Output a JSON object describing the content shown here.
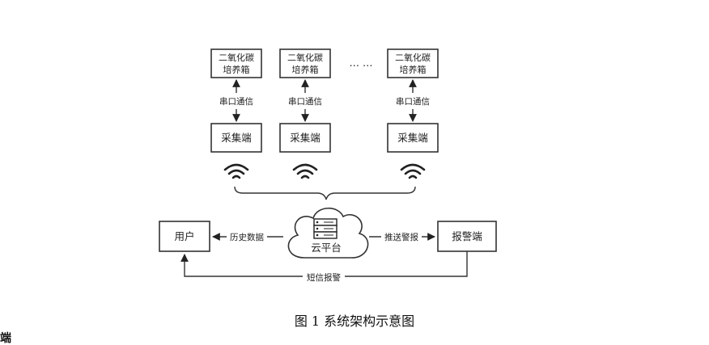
{
  "nodes": {
    "incubator_1": [
      "二氧化碳",
      "培养箱"
    ],
    "incubator_2": [
      "二氧化碳",
      "培养箱"
    ],
    "incubator_3": [
      "二氧化碳",
      "培养箱"
    ],
    "ellipsis": "… …",
    "collector_1": "采集端",
    "collector_2": "采集端",
    "collector_3": "采集端",
    "user": "用户",
    "cloud": "云平台",
    "alarm": "报警端"
  },
  "edges": {
    "serial_1": "串口通信",
    "serial_2": "串口通信",
    "serial_3": "串口通信",
    "history": "历史数据",
    "push_alarm": "推送警报",
    "sms_alarm": "短信报警"
  },
  "icons": [
    "wifi-icon",
    "wifi-icon",
    "wifi-icon",
    "server-icon",
    "cloud-shape"
  ],
  "caption": "图 1  系统架构示意图",
  "corner_text": "端"
}
